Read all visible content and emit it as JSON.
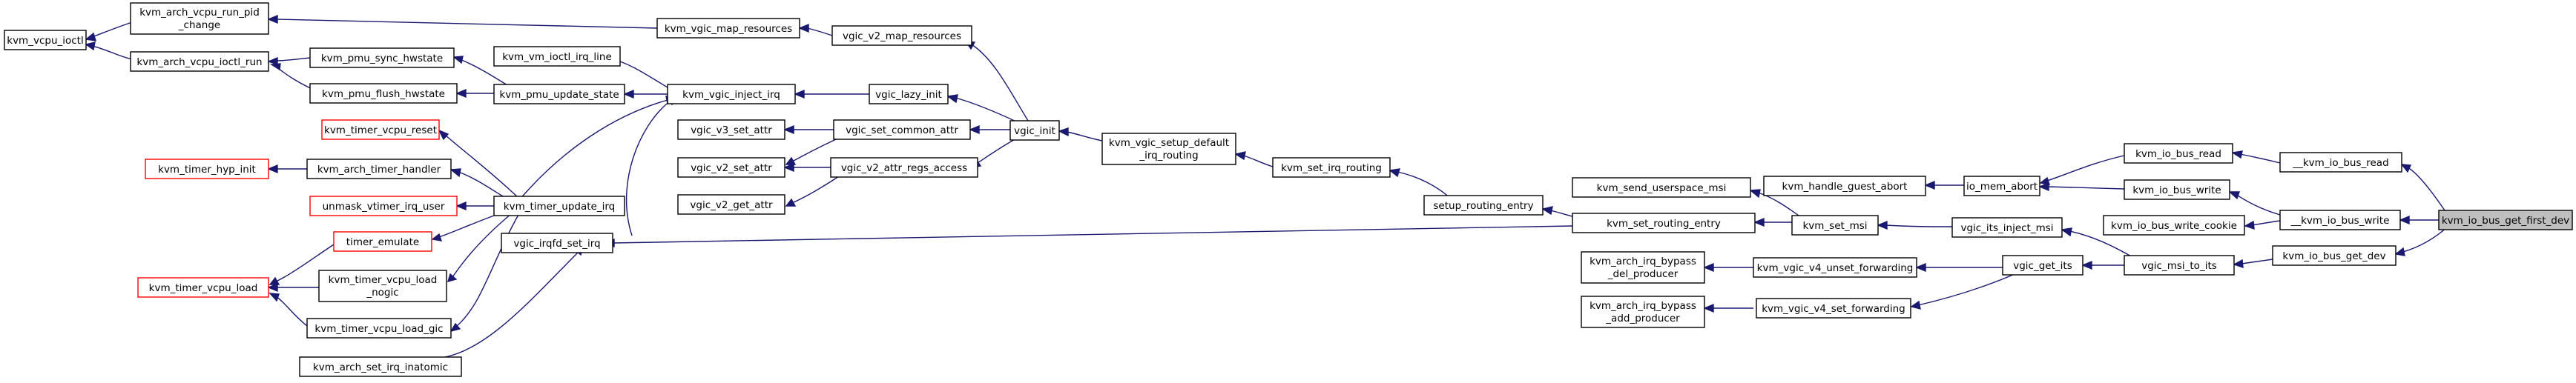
{
  "nodes": {
    "kvm_vcpu_ioctl": "kvm_vcpu_ioctl",
    "kvm_arch_vcpu_run_pid_change_1": "kvm_arch_vcpu_run_pid",
    "kvm_arch_vcpu_run_pid_change_2": "_change",
    "kvm_arch_vcpu_ioctl_run": "kvm_arch_vcpu_ioctl_run",
    "kvm_pmu_sync_hwstate": "kvm_pmu_sync_hwstate",
    "kvm_pmu_flush_hwstate": "kvm_pmu_flush_hwstate",
    "kvm_vgic_map_resources": "kvm_vgic_map_resources",
    "vgic_v2_map_resources": "vgic_v2_map_resources",
    "kvm_vm_ioctl_irq_line": "kvm_vm_ioctl_irq_line",
    "kvm_pmu_update_state": "kvm_pmu_update_state",
    "kvm_vgic_inject_irq": "kvm_vgic_inject_irq",
    "vgic_lazy_init": "vgic_lazy_init",
    "vgic_v3_set_attr": "vgic_v3_set_attr",
    "vgic_set_common_attr": "vgic_set_common_attr",
    "vgic_v2_set_attr": "vgic_v2_set_attr",
    "vgic_v2_attr_regs_access": "vgic_v2_attr_regs_access",
    "vgic_v2_get_attr": "vgic_v2_get_attr",
    "vgic_init": "vgic_init",
    "kvm_vgic_setup_default_irq_routing_1": "kvm_vgic_setup_default",
    "kvm_vgic_setup_default_irq_routing_2": "_irq_routing",
    "kvm_set_irq_routing": "kvm_set_irq_routing",
    "setup_routing_entry": "setup_routing_entry",
    "kvm_timer_vcpu_reset": "kvm_timer_vcpu_reset",
    "kvm_timer_hyp_init": "kvm_timer_hyp_init",
    "kvm_arch_timer_handler": "kvm_arch_timer_handler",
    "unmask_vtimer_irq_user": "unmask_vtimer_irq_user",
    "kvm_timer_update_irq": "kvm_timer_update_irq",
    "timer_emulate": "timer_emulate",
    "kvm_timer_vcpu_load": "kvm_timer_vcpu_load",
    "kvm_timer_vcpu_load_nogic_1": "kvm_timer_vcpu_load",
    "kvm_timer_vcpu_load_nogic_2": "_nogic",
    "kvm_timer_vcpu_load_gic": "kvm_timer_vcpu_load_gic",
    "vgic_irqfd_set_irq": "vgic_irqfd_set_irq",
    "kvm_arch_set_irq_inatomic": "kvm_arch_set_irq_inatomic",
    "kvm_send_userspace_msi": "kvm_send_userspace_msi",
    "kvm_set_routing_entry": "kvm_set_routing_entry",
    "kvm_handle_guest_abort": "kvm_handle_guest_abort",
    "io_mem_abort": "io_mem_abort",
    "kvm_set_msi": "kvm_set_msi",
    "vgic_its_inject_msi": "vgic_its_inject_msi",
    "kvm_arch_irq_bypass_del_producer_1": "kvm_arch_irq_bypass",
    "kvm_arch_irq_bypass_del_producer_2": "_del_producer",
    "kvm_vgic_v4_unset_forwarding": "kvm_vgic_v4_unset_forwarding",
    "kvm_arch_irq_bypass_add_producer_1": "kvm_arch_irq_bypass",
    "kvm_arch_irq_bypass_add_producer_2": "_add_producer",
    "kvm_vgic_v4_set_forwarding": "kvm_vgic_v4_set_forwarding",
    "vgic_get_its": "vgic_get_its",
    "kvm_io_bus_read": "kvm_io_bus_read",
    "kvm_io_bus_write": "kvm_io_bus_write",
    "kvm_io_bus_write_cookie": "kvm_io_bus_write_cookie",
    "vgic_msi_to_its": "vgic_msi_to_its",
    "__kvm_io_bus_read": "__kvm_io_bus_read",
    "__kvm_io_bus_write": "__kvm_io_bus_write",
    "kvm_io_bus_get_dev": "kvm_io_bus_get_dev",
    "kvm_io_bus_get_first_dev": "kvm_io_bus_get_first_dev"
  },
  "colors": {
    "edge": "#191970",
    "node_border": "#000000",
    "external_node_border": "#ff0000",
    "focus_fill": "#bfbfbf"
  }
}
